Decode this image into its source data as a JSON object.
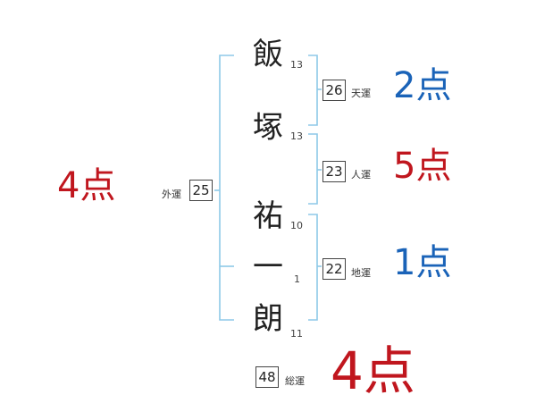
{
  "name_chars": [
    {
      "char": "飯",
      "strokes": "13"
    },
    {
      "char": "塚",
      "strokes": "13"
    },
    {
      "char": "祐",
      "strokes": "10"
    },
    {
      "char": "一",
      "strokes": "1"
    },
    {
      "char": "朗",
      "strokes": "11"
    }
  ],
  "fortunes": {
    "tenkaku": {
      "value": "26",
      "label": "天運",
      "score": "2点"
    },
    "jinkaku": {
      "value": "23",
      "label": "人運",
      "score": "5点"
    },
    "chikaku": {
      "value": "22",
      "label": "地運",
      "score": "1点"
    },
    "gaikaku": {
      "value": "25",
      "label": "外運",
      "score": "4点"
    },
    "soukaku": {
      "value": "48",
      "label": "総運",
      "score": "4点"
    }
  },
  "colors": {
    "bracket": "#8ec9e8",
    "blue_score": "#1a63b8",
    "red_score": "#c0161e"
  }
}
